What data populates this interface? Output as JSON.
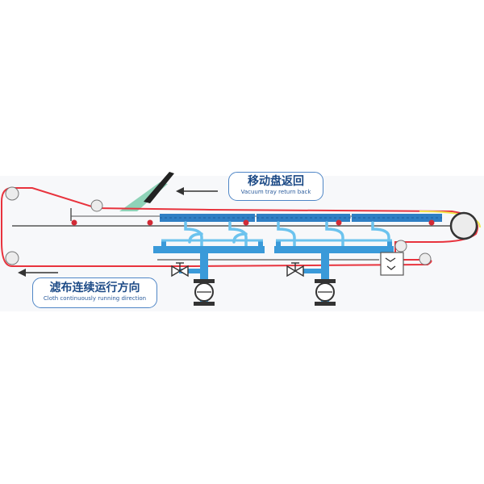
{
  "labels": {
    "tray_return": {
      "zh": "移动盘返回",
      "en": "Vacuum tray  return back"
    },
    "cloth_direction": {
      "zh": "滤布连续运行方向",
      "en": "Cloth  continuously running direction"
    }
  },
  "colors": {
    "belt": "#e8333d",
    "trays": "#2f7fc4",
    "pipes": "#3a9ad9",
    "vacuum_tubes": "#6cc3ee",
    "cake": "#8fd3b8",
    "frame": "#444444",
    "label_border": "#4f86c6"
  },
  "icons": [
    "roller-icon",
    "head-roller-icon",
    "scraper-icon",
    "valve-icon",
    "vacuum-pump-icon",
    "arrow-left-icon"
  ]
}
